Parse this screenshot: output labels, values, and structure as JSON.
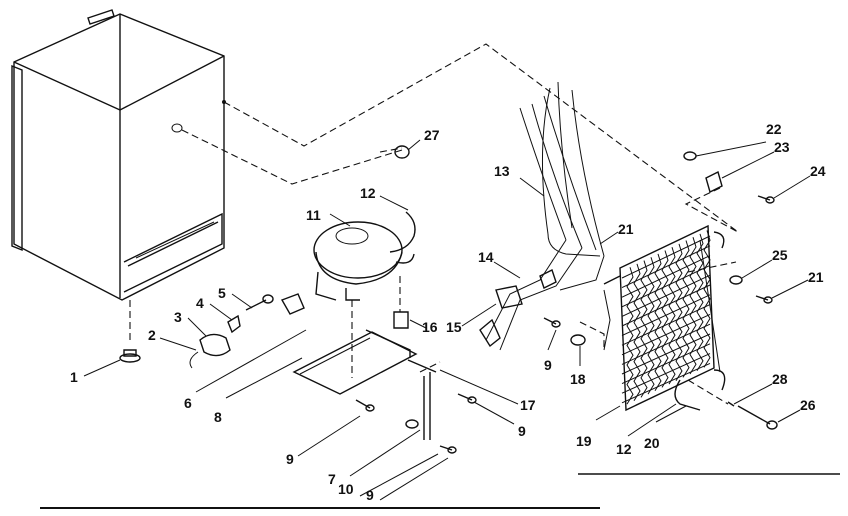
{
  "diagram": {
    "callouts": [
      {
        "id": "c1",
        "text": "1"
      },
      {
        "id": "c2",
        "text": "2"
      },
      {
        "id": "c3",
        "text": "3"
      },
      {
        "id": "c4",
        "text": "4"
      },
      {
        "id": "c5",
        "text": "5"
      },
      {
        "id": "c6",
        "text": "6"
      },
      {
        "id": "c7",
        "text": "7"
      },
      {
        "id": "c8",
        "text": "8"
      },
      {
        "id": "c9a",
        "text": "9"
      },
      {
        "id": "c9b",
        "text": "9"
      },
      {
        "id": "c9c",
        "text": "9"
      },
      {
        "id": "c9d",
        "text": "9"
      },
      {
        "id": "c10",
        "text": "10"
      },
      {
        "id": "c11",
        "text": "11"
      },
      {
        "id": "c12a",
        "text": "12"
      },
      {
        "id": "c12b",
        "text": "12"
      },
      {
        "id": "c13",
        "text": "13"
      },
      {
        "id": "c14",
        "text": "14"
      },
      {
        "id": "c15",
        "text": "15"
      },
      {
        "id": "c16",
        "text": "16"
      },
      {
        "id": "c17",
        "text": "17"
      },
      {
        "id": "c18",
        "text": "18"
      },
      {
        "id": "c19",
        "text": "19"
      },
      {
        "id": "c20",
        "text": "20"
      },
      {
        "id": "c21a",
        "text": "21"
      },
      {
        "id": "c21b",
        "text": "21"
      },
      {
        "id": "c22",
        "text": "22"
      },
      {
        "id": "c23",
        "text": "23"
      },
      {
        "id": "c24",
        "text": "24"
      },
      {
        "id": "c25",
        "text": "25"
      },
      {
        "id": "c26",
        "text": "26"
      },
      {
        "id": "c27",
        "text": "27"
      },
      {
        "id": "c28",
        "text": "28"
      }
    ]
  }
}
